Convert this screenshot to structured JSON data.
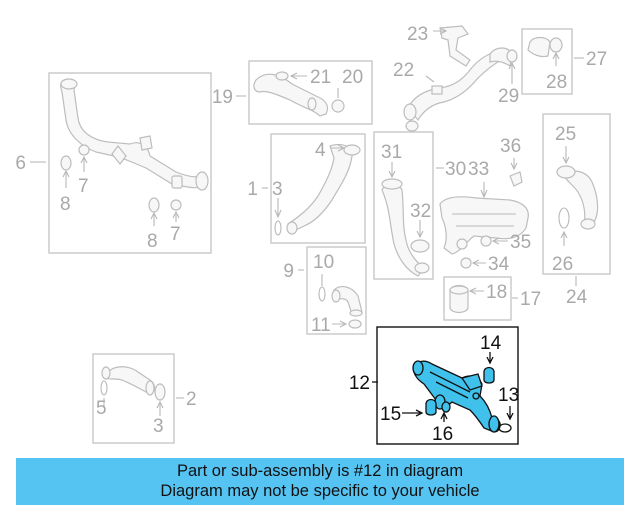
{
  "callouts": {
    "c1": "1",
    "c2": "2",
    "c3": "3",
    "c3b": "3",
    "c4": "4",
    "c5": "5",
    "c6": "6",
    "c7a": "7",
    "c7b": "7",
    "c8a": "8",
    "c8b": "8",
    "c9": "9",
    "c10": "10",
    "c11": "11",
    "c12": "12",
    "c13": "13",
    "c14": "14",
    "c15": "15",
    "c16": "16",
    "c17": "17",
    "c18": "18",
    "c19": "19",
    "c20": "20",
    "c21": "21",
    "c22": "22",
    "c23": "23",
    "c24": "24",
    "c25": "25",
    "c26": "26",
    "c27": "27",
    "c28": "28",
    "c29": "29",
    "c30": "30",
    "c31": "31",
    "c32": "32",
    "c33": "33",
    "c34": "34",
    "c35": "35",
    "c36": "36"
  },
  "banner": {
    "line1": "Part or sub-assembly is #12 in diagram",
    "line2": "Diagram may not be specific to your vehicle"
  },
  "colors": {
    "highlight": "#3fc1ec",
    "banner": "#56c4f3",
    "ghost": "#c4c4c4"
  }
}
